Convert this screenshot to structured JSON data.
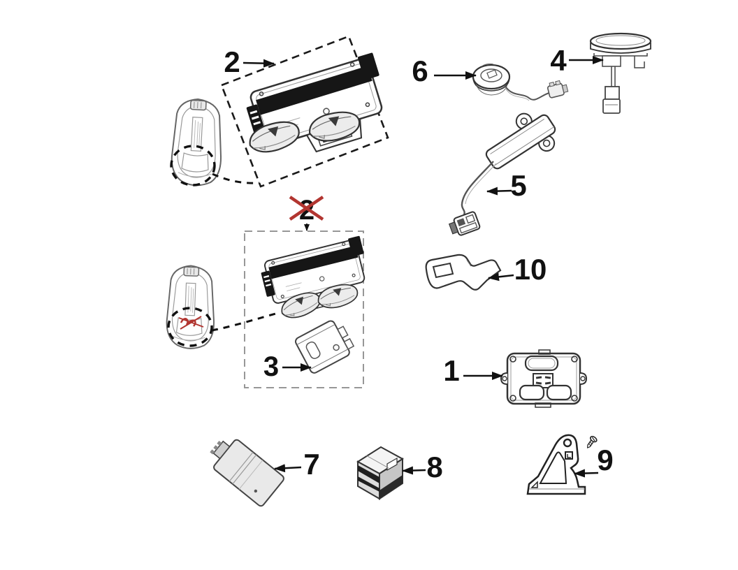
{
  "figure": {
    "type": "exploded-parts-diagram",
    "background": "#ffffff",
    "colors": {
      "line": "#2e2e2e",
      "label": "#111111",
      "red_marker": "#b23530",
      "group_box_primary_dash": "#1a1a1a",
      "group_box_superseded_dash": "#999999"
    },
    "callouts": {
      "part1": {
        "label": "1"
      },
      "part2": {
        "label": "2"
      },
      "part2_superseded": {
        "label": "2",
        "crossed_out": true
      },
      "part3": {
        "label": "3"
      },
      "part4": {
        "label": "4"
      },
      "part5": {
        "label": "5"
      },
      "part6": {
        "label": "6"
      },
      "part7": {
        "label": "7"
      },
      "part8": {
        "label": "8"
      },
      "part9": {
        "label": "9"
      },
      "part10": {
        "label": "10"
      }
    }
  }
}
